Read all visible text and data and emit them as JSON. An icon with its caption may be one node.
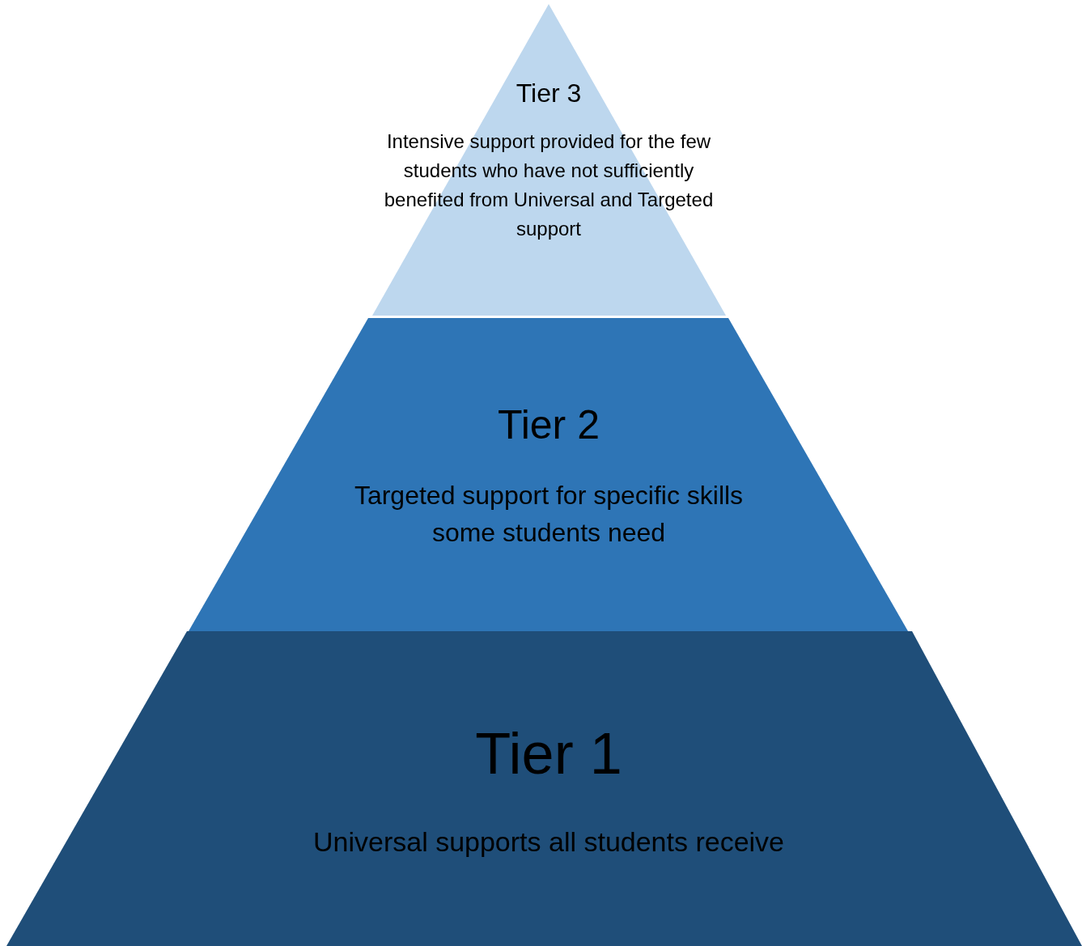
{
  "diagram": {
    "nodes": [
      {
        "text": [
          "Tier 3",
          "Intensive support provided for the few students who have not sufficiently benefited from Universal and Targeted support"
        ]
      },
      {
        "text": [
          "Tier 2",
          "Targeted support for specific skills some students need"
        ]
      },
      {
        "text": [
          "Tier 1",
          "Universal supports all students receive"
        ]
      }
    ]
  }
}
